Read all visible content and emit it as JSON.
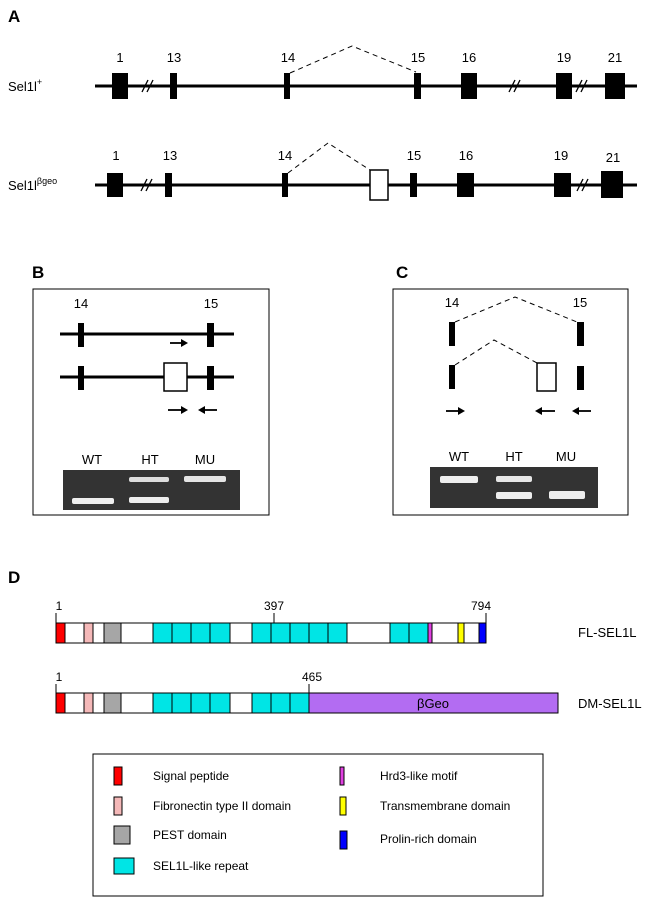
{
  "panels": {
    "a": {
      "letter": "A",
      "wt_label": "Sel1l",
      "wt_sup": "+",
      "mut_label": "Sel1l",
      "mut_sup": "βgeo",
      "exon_labels": [
        "1",
        "13",
        "14",
        "15",
        "16",
        "19",
        "21"
      ]
    },
    "b": {
      "letter": "B",
      "exon_labels": [
        "14",
        "15"
      ],
      "gel_lanes": [
        "WT",
        "HT",
        "MU"
      ]
    },
    "c": {
      "letter": "C",
      "exon_labels": [
        "14",
        "15"
      ],
      "gel_lanes": [
        "WT",
        "HT",
        "MU"
      ]
    },
    "d": {
      "letter": "D",
      "fl": {
        "name": "FL-SEL1L",
        "start": "1",
        "mid": "397",
        "end": "794"
      },
      "dm": {
        "name": "DM-SEL1L",
        "start": "1",
        "mid": "465",
        "fusion_label": "βGeo"
      }
    }
  },
  "legend": [
    {
      "label": "Signal peptide",
      "color": "#ff0000"
    },
    {
      "label": "Fibronectin type II domain",
      "color": "#f4b8b8"
    },
    {
      "label": "PEST domain",
      "color": "#a6a6a6"
    },
    {
      "label": "SEL1L-like repeat",
      "color": "#00e5e5"
    },
    {
      "label": "Hrd3-like motif",
      "color": "#e040e0"
    },
    {
      "label": "Transmembrane domain",
      "color": "#ffff00"
    },
    {
      "label": "Prolin-rich domain",
      "color": "#0000ff"
    }
  ],
  "colors": {
    "fusion": "#b36cf2",
    "gel": "#333333",
    "band": "#eeeeee"
  }
}
